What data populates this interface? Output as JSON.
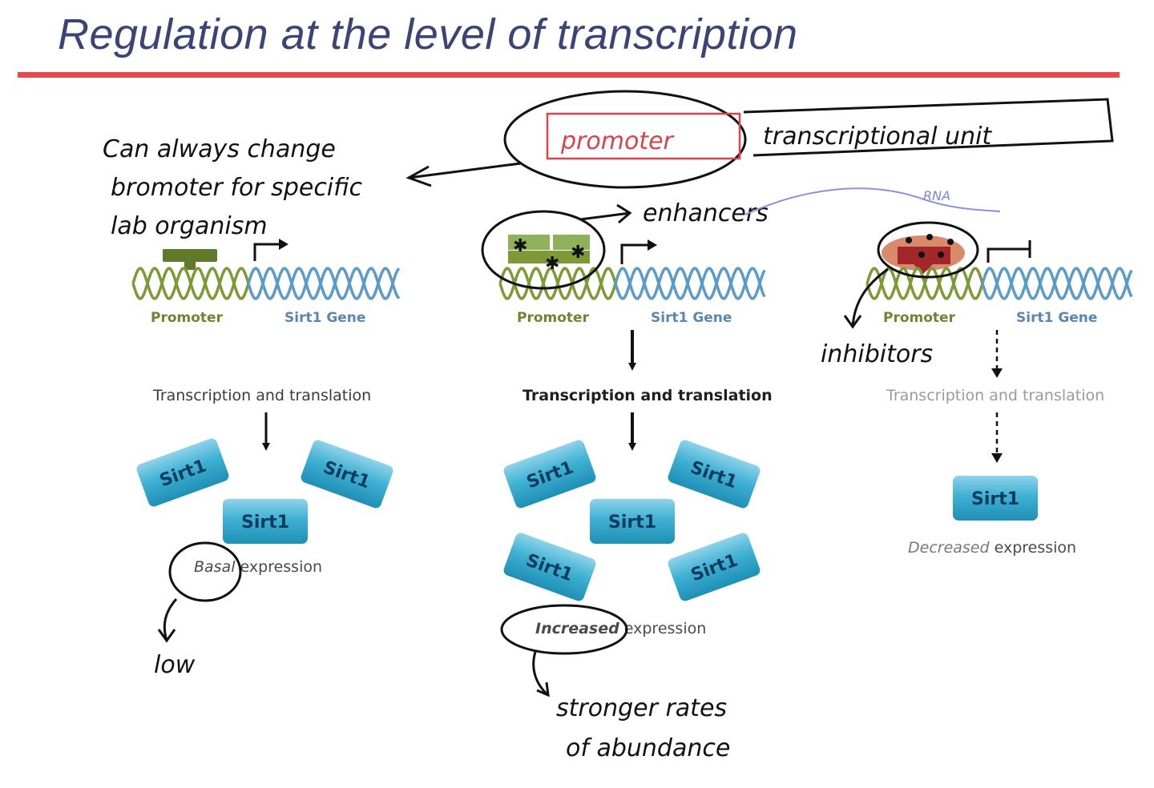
{
  "title": "Regulation at the level of transcription",
  "colors": {
    "title": "#3b4476",
    "rule": "#e8484b",
    "promoter_strand": "#7e9a36",
    "gene_strand": "#5b9bc9",
    "activator_block": "#5f7a2b",
    "enhancer_block": "#8fb15a",
    "inhibitor_outer": "#d88a6a",
    "inhibitor_inner": "#a3262b",
    "sirt1_fill": "#3fb1d4"
  },
  "panels": [
    {
      "promoter_label": "Promoter",
      "gene_label": "Sirt1 Gene",
      "process_label": "Transcription and translation",
      "protein_label": "Sirt1",
      "expression_emph": "Basal",
      "expression_rest": " expression"
    },
    {
      "promoter_label": "Promoter",
      "gene_label": "Sirt1 Gene",
      "process_label": "Transcription and translation",
      "protein_label": "Sirt1",
      "expression_emph": "Increased",
      "expression_rest": " expression"
    },
    {
      "promoter_label": "Promoter",
      "gene_label": "Sirt1 Gene",
      "process_label": "Transcription and translation",
      "protein_label": "Sirt1",
      "expression_emph": "Decreased",
      "expression_rest": " expression"
    }
  ],
  "annotations": {
    "promoter_box": "promoter",
    "transcriptional_unit": "transcriptional unit",
    "note_line1": "Can always change",
    "note_line2": "bromoter for specific",
    "note_line3": "lab organism",
    "enhancers": "enhancers",
    "rna": "RNA",
    "inhibitors": "inhibitors",
    "low": "low",
    "stronger_line1": "stronger rates",
    "stronger_line2": "of abundance"
  }
}
